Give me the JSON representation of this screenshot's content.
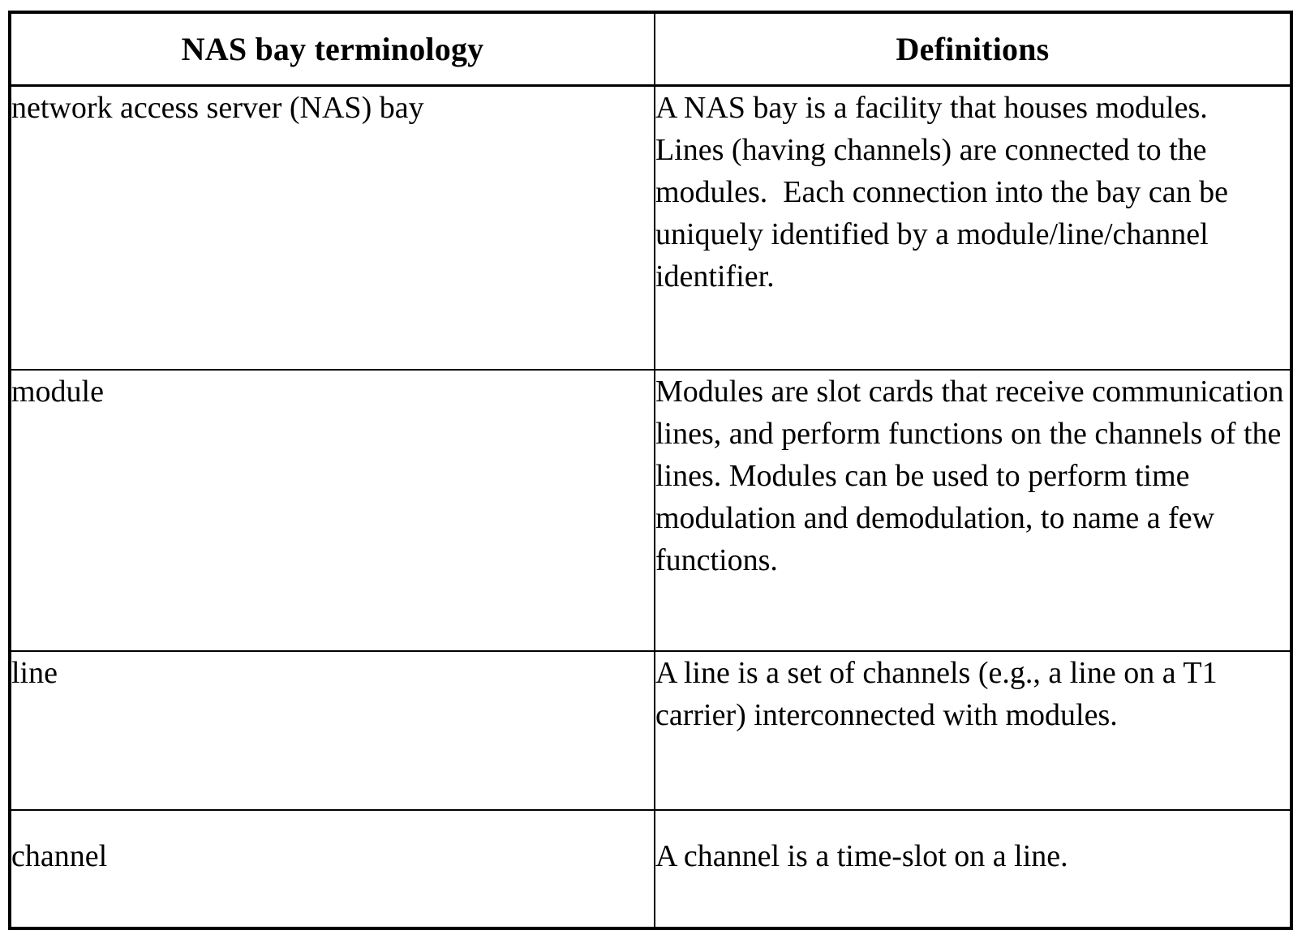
{
  "document": {
    "type": "table",
    "background_color": "#ffffff",
    "text_color": "#000000"
  },
  "table": {
    "columns": [
      {
        "key": "term",
        "header": "NAS bay terminology"
      },
      {
        "key": "definition",
        "header": "Definitions"
      }
    ],
    "rows": [
      {
        "term": "network access server (NAS) bay",
        "definition": "A NAS bay is a facility that houses modules.  Lines (having channels) are connected to the modules.  Each connection into the bay can be uniquely identified by a module/line/channel identifier."
      },
      {
        "term": "module",
        "definition": "Modules are slot cards that receive communication lines, and perform functions on the channels of the lines. Modules can be used to perform time modulation and demodulation, to name a few functions."
      },
      {
        "term": "line",
        "definition": "A line is a set of channels (e.g., a line on a T1 carrier) interconnected with modules."
      },
      {
        "term": "channel",
        "definition": "A channel is a time-slot on a line."
      }
    ]
  }
}
